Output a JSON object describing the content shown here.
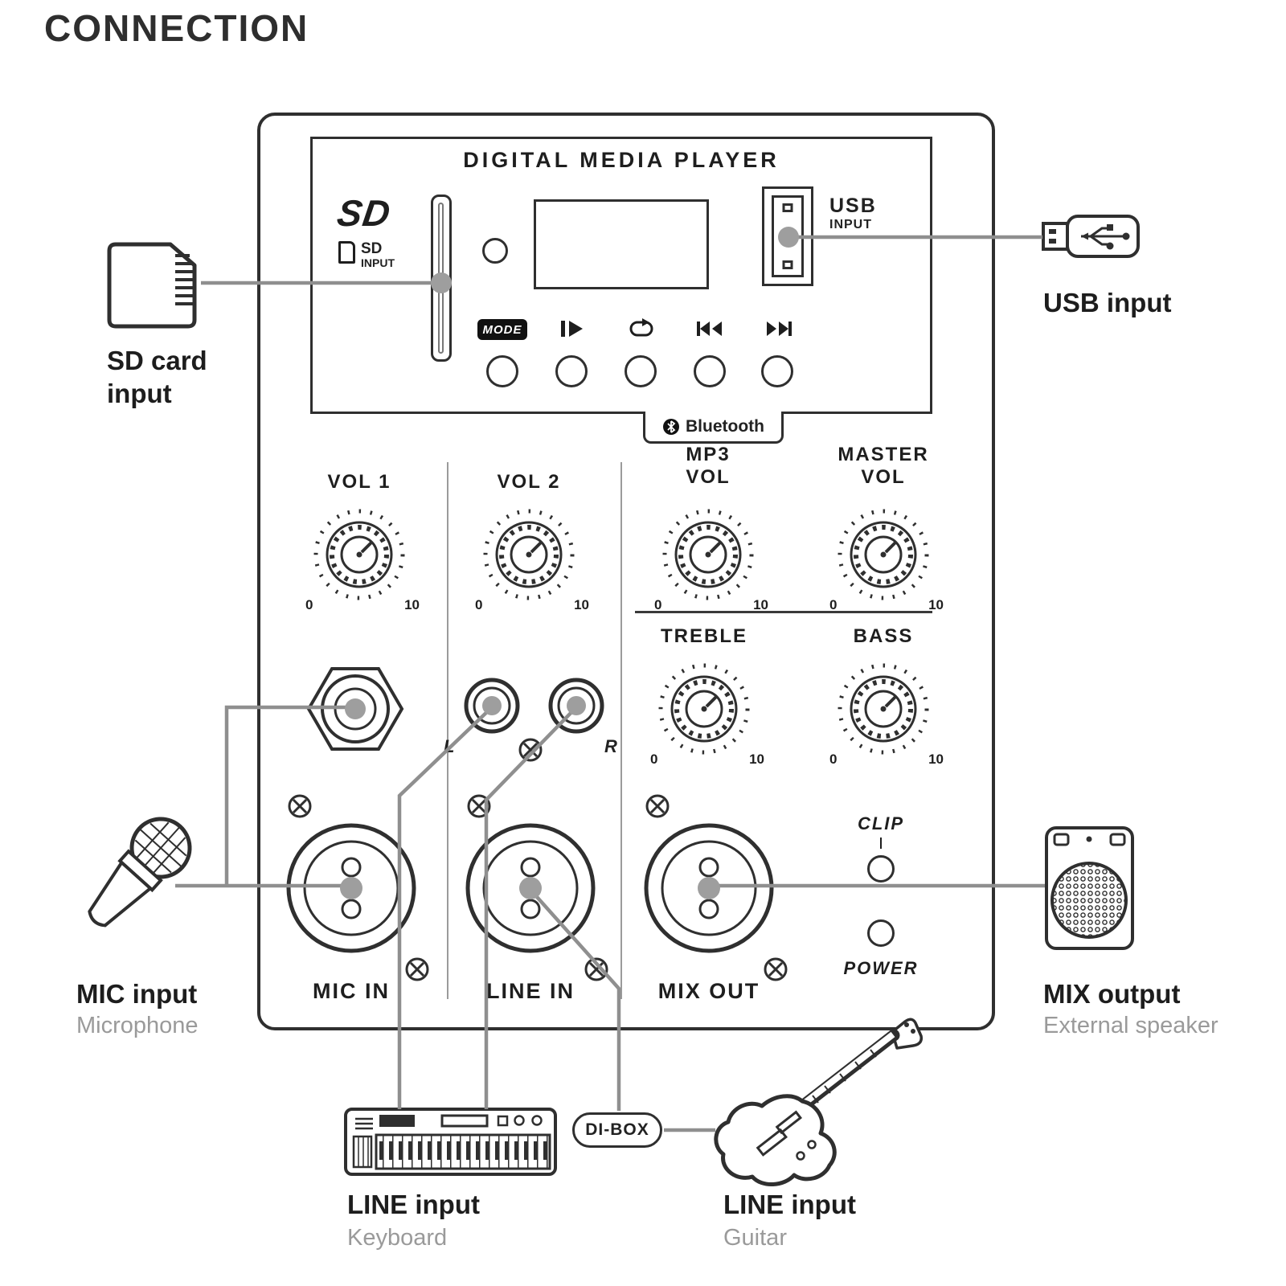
{
  "title": "CONNECTION",
  "colors": {
    "outline": "#2f2f2f",
    "wire": "#8f8f8f",
    "connection_dot": "#9e9e9e",
    "muted_text": "#9a9a9a"
  },
  "player": {
    "title": "DIGITAL MEDIA PLAYER",
    "sd_logo": "SD",
    "sd_input_line1": "SD",
    "sd_input_line2": "INPUT",
    "usb_line1": "USB",
    "usb_line2": "INPUT",
    "mode_label": "MODE",
    "bluetooth_label": "Bluetooth"
  },
  "knobs": {
    "vol1": {
      "label": "VOL 1",
      "min": "0",
      "max": "10"
    },
    "vol2": {
      "label": "VOL 2",
      "min": "0",
      "max": "10"
    },
    "mp3": {
      "line1": "MP3",
      "line2": "VOL",
      "min": "0",
      "max": "10"
    },
    "master": {
      "line1": "MASTER",
      "line2": "VOL",
      "min": "0",
      "max": "10"
    },
    "treble": {
      "label": "TREBLE",
      "min": "0",
      "max": "10"
    },
    "bass": {
      "label": "BASS",
      "min": "0",
      "max": "10"
    }
  },
  "line_jacks": {
    "left_label": "L",
    "right_label": "R"
  },
  "xlr": {
    "mic": "MIC IN",
    "line": "LINE IN",
    "mix": "MIX OUT"
  },
  "indicators": {
    "clip": "CLIP",
    "power": "POWER"
  },
  "external": {
    "sd_card": {
      "label": "SD card input"
    },
    "usb": {
      "label": "USB input"
    },
    "mic": {
      "label": "MIC input",
      "sublabel": "Microphone"
    },
    "mix": {
      "label": "MIX output",
      "sublabel": "External speaker"
    },
    "keyboard": {
      "label": "LINE input",
      "sublabel": "Keyboard"
    },
    "guitar": {
      "label": "LINE input",
      "sublabel": "Guitar"
    },
    "dibox_label": "DI-BOX"
  }
}
